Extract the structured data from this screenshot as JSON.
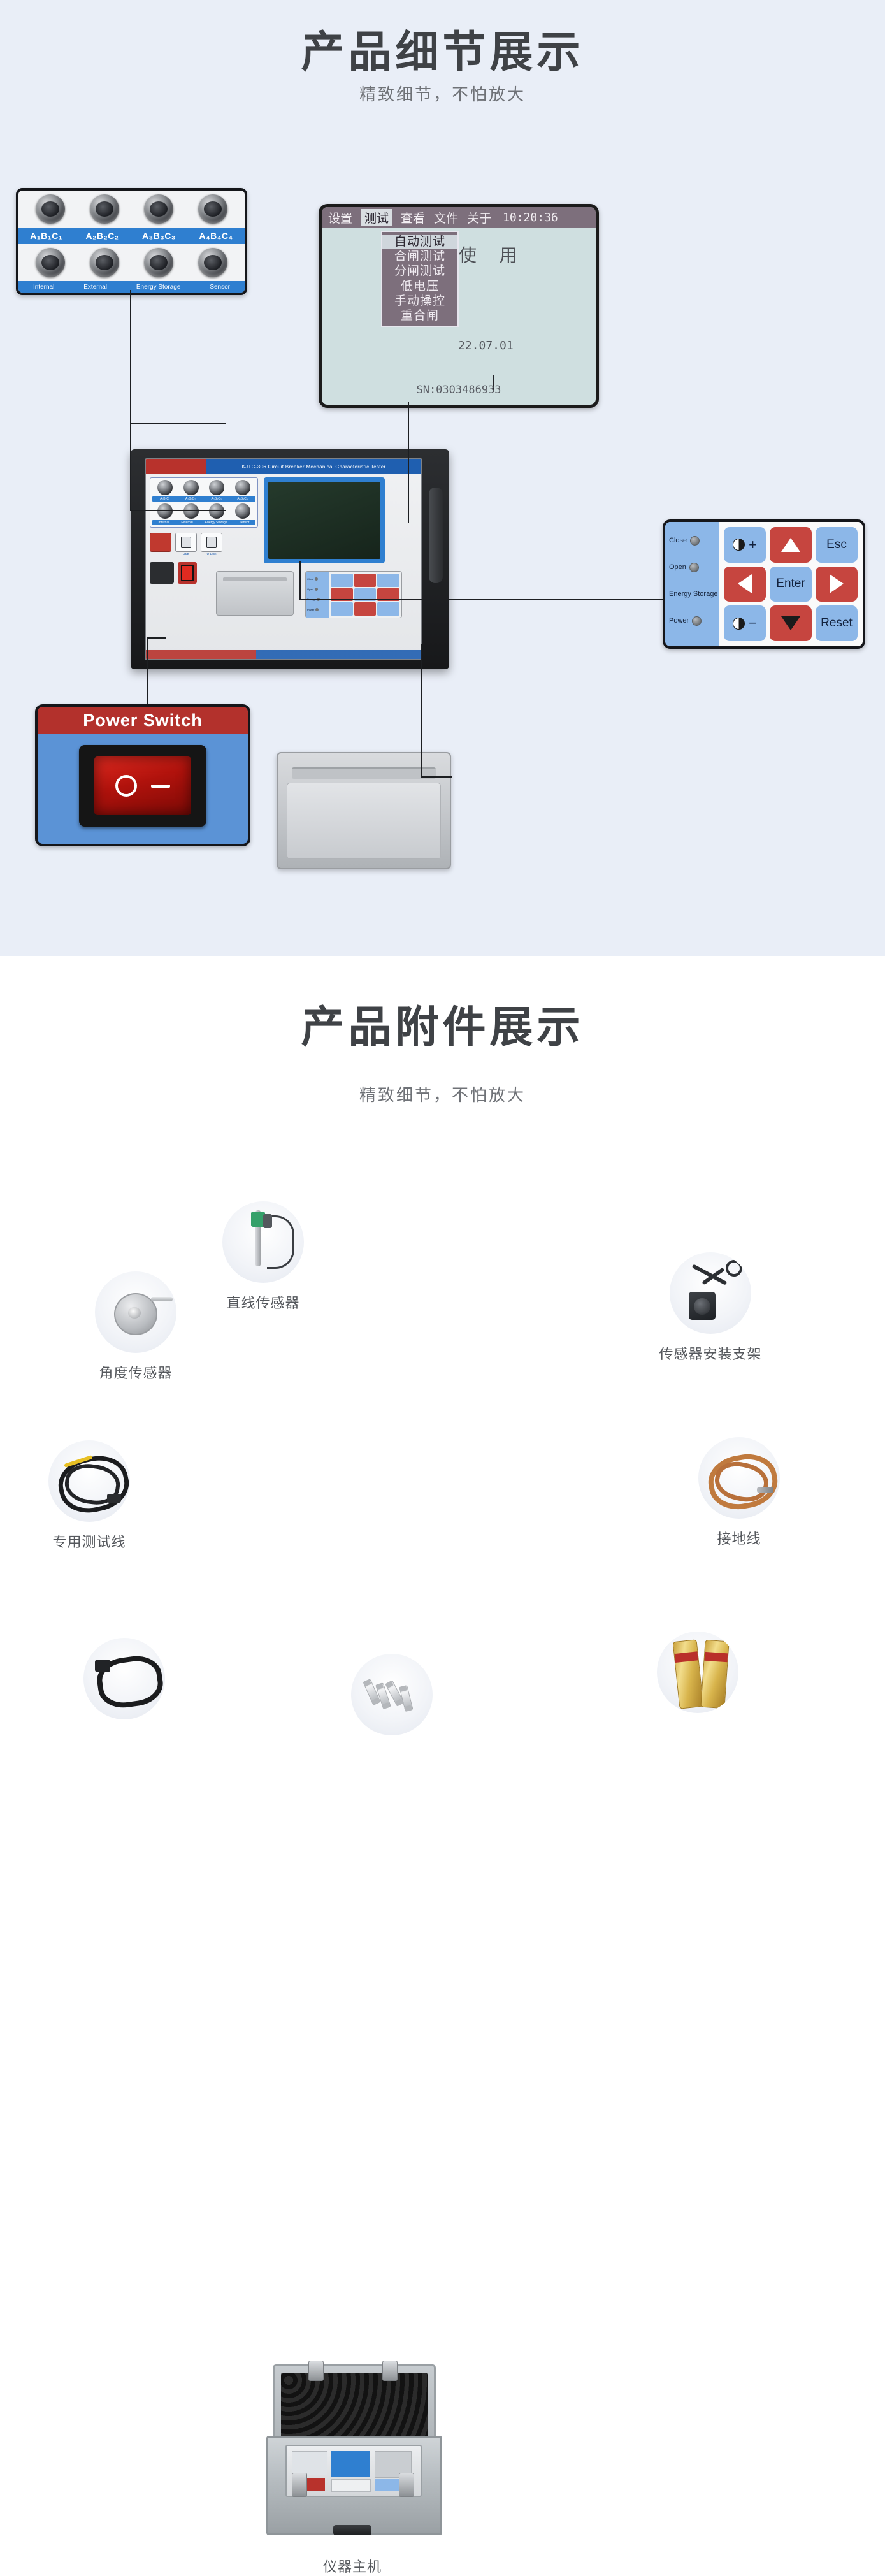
{
  "sections": {
    "details": {
      "title": "产品细节展示",
      "subtitle": "精致细节，不怕放大"
    },
    "accessories": {
      "title": "产品附件展示",
      "subtitle": "精致细节，不怕放大"
    }
  },
  "lcd": {
    "menu": [
      "设置",
      "测试",
      "查看",
      "文件",
      "关于"
    ],
    "active_menu": "测试",
    "clock": "10:20:36",
    "dropdown": [
      "自动测试",
      "合闸测试",
      "分闸测试",
      "低电压",
      "手动操控",
      "重合闸"
    ],
    "dropdown_selected": "自动测试",
    "headline": "使 用",
    "date": "22.07.01",
    "serial": "SN:0303486933"
  },
  "connectors": {
    "top_labels": [
      "A₁B₁C₁",
      "A₂B₂C₂",
      "A₃B₃C₃",
      "A₄B₄C₄"
    ],
    "bottom_labels": [
      "Internal",
      "External",
      "Energy Storage",
      "Sensor"
    ]
  },
  "keypad": {
    "leds": [
      "Close",
      "Open",
      "Energy Storage",
      "Power"
    ],
    "keys": [
      {
        "label": "◑ +",
        "color": "blue",
        "name": "contrast-up"
      },
      {
        "label": "▲",
        "color": "red",
        "name": "arrow-up"
      },
      {
        "label": "Esc",
        "color": "blue",
        "name": "esc"
      },
      {
        "label": "◀",
        "color": "red",
        "name": "arrow-left"
      },
      {
        "label": "Enter",
        "color": "blue",
        "name": "enter"
      },
      {
        "label": "▶",
        "color": "red",
        "name": "arrow-right"
      },
      {
        "label": "◑ −",
        "color": "blue",
        "name": "contrast-down"
      },
      {
        "label": "▼",
        "color": "red",
        "name": "arrow-down"
      },
      {
        "label": "Reset",
        "color": "blue",
        "name": "reset"
      }
    ],
    "esc_label": "Esc",
    "enter_label": "Enter",
    "reset_label": "Reset",
    "plus_label": "+",
    "minus_label": "−"
  },
  "power_switch": {
    "label": "Power Switch"
  },
  "instrument": {
    "model_title": "KJTC-306 Circuit Breaker Mechanical Characteristic Tester",
    "port_labels": [
      "USB",
      "U-Disk"
    ],
    "ground_label": "",
    "panel_band": [
      "Internal",
      "External",
      "Energy Storage",
      "Sensor"
    ],
    "conn_band": [
      "A₁B₁C₁",
      "A₂B₂C₂",
      "A₃B₃C₃",
      "A₄B₄C₄"
    ],
    "led_labels": [
      "Close",
      "Open",
      "Energy",
      "Power"
    ],
    "power_label": "Power"
  },
  "accessory_items": [
    {
      "name": "角度传感器",
      "icon": "angle-sensor"
    },
    {
      "name": "直线传感器",
      "icon": "linear-sensor"
    },
    {
      "name": "传感器安装支架",
      "icon": "sensor-bracket"
    },
    {
      "name": "专用测试线",
      "icon": "test-cable"
    },
    {
      "name": "接地线",
      "icon": "ground-wire"
    },
    {
      "name": "仪器主机",
      "icon": "main-unit-case"
    },
    {
      "name": "",
      "icon": "power-cord"
    },
    {
      "name": "",
      "icon": "fuses"
    },
    {
      "name": "",
      "icon": "batteries"
    }
  ],
  "colors": {
    "page_bg_top": "#e9eef7",
    "page_bg_bottom": "#ffffff",
    "title": "#3f4246",
    "subtitle": "#6f7277",
    "accent_blue": "#2f7fd0",
    "accent_red": "#b8322c",
    "key_blue": "#8cb7e8",
    "key_red": "#c6453f",
    "lcd_bg": "#cfdfe0",
    "lcd_menu_bg": "#7d6f7c"
  }
}
